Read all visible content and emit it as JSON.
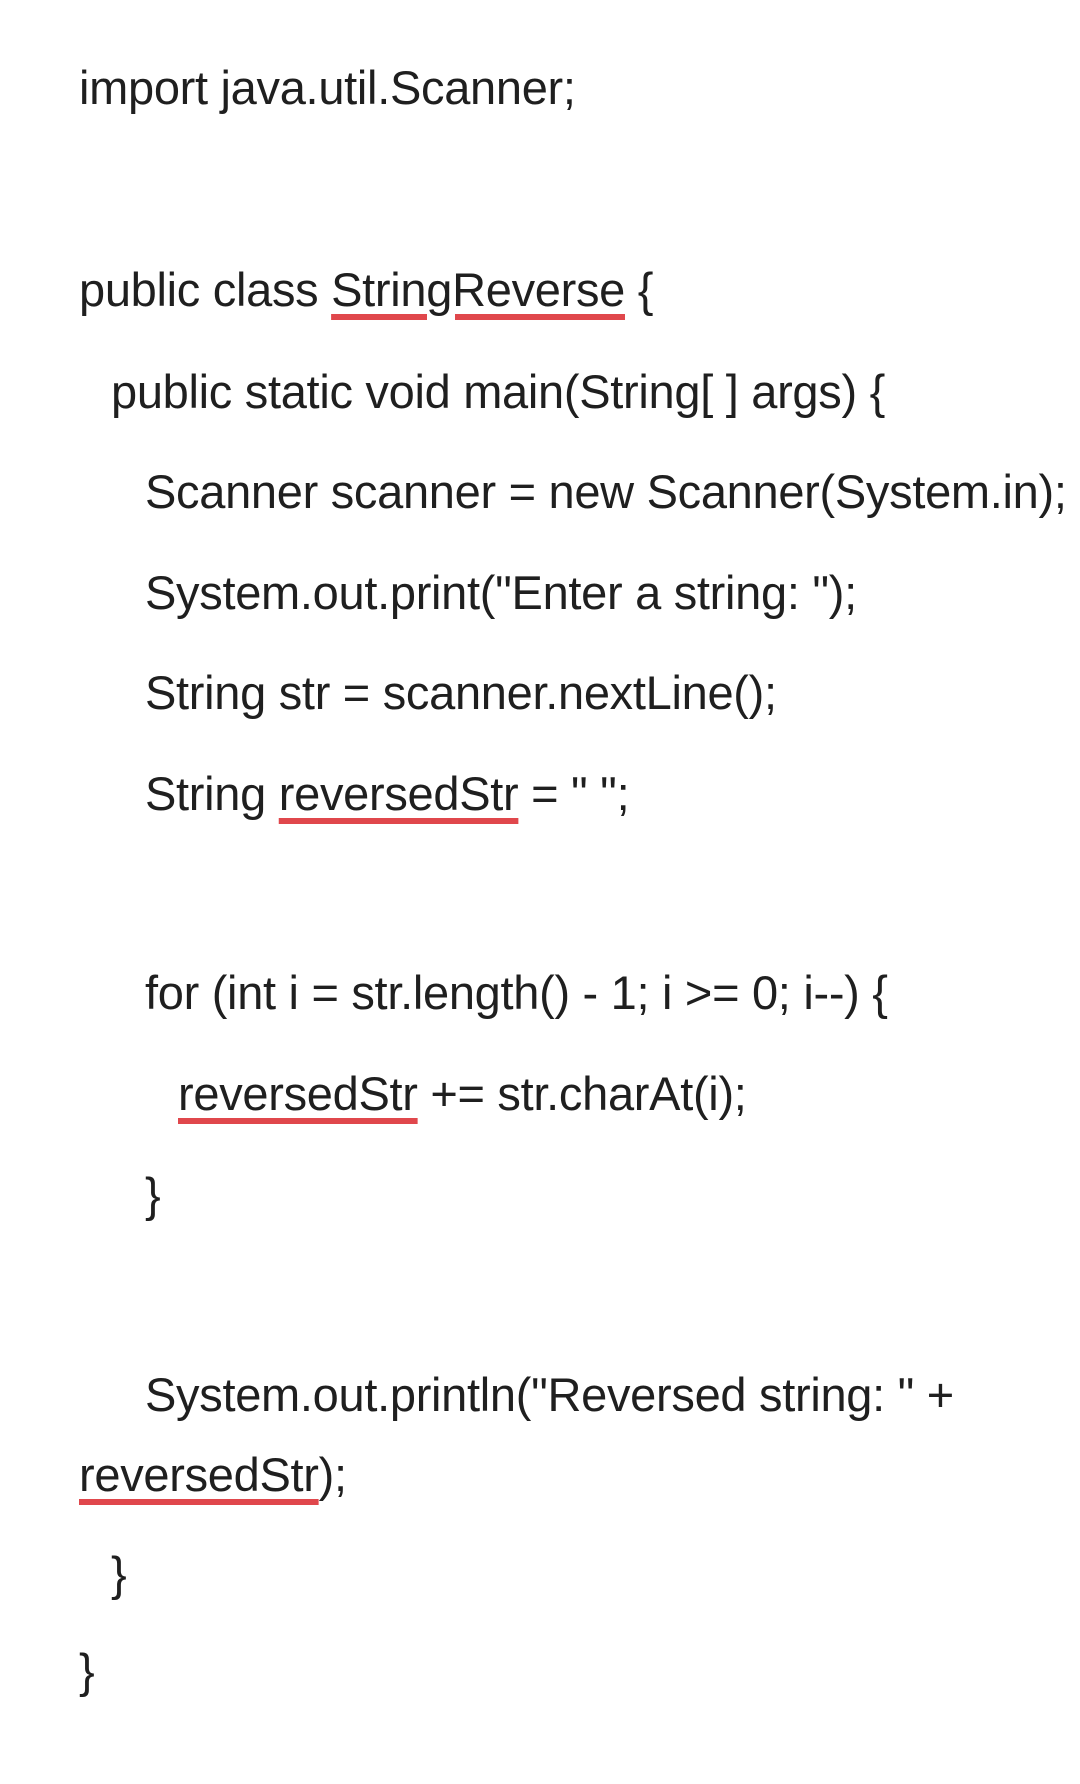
{
  "editor": {
    "lines": [
      {
        "segments": [
          {
            "text": "import java.util.Scanner;"
          }
        ]
      },
      {
        "segments": []
      },
      {
        "segments": [
          {
            "text": "public class "
          },
          {
            "text": "StringReverse",
            "spellcheck": true
          },
          {
            "text": " {"
          }
        ]
      },
      {
        "segments": [
          {
            "text": "public static void main(String[ ] args) {"
          }
        ]
      },
      {
        "segments": [
          {
            "text": "Scanner scanner = new Scanner(System.in);"
          }
        ]
      },
      {
        "segments": [
          {
            "text": "System.out.print(\"Enter a string: \");"
          }
        ]
      },
      {
        "segments": [
          {
            "text": "String str = scanner.nextLine();"
          }
        ]
      },
      {
        "segments": [
          {
            "text": "String "
          },
          {
            "text": "reversedStr",
            "spellcheck": true
          },
          {
            "text": " = \" \";"
          }
        ]
      },
      {
        "segments": []
      },
      {
        "segments": [
          {
            "text": "for (int i = str.length() - 1; i >= 0; i--) {"
          }
        ]
      },
      {
        "segments": [
          {
            "text": "reversedStr",
            "spellcheck": true
          },
          {
            "text": " += str.charAt(i);"
          }
        ]
      },
      {
        "segments": [
          {
            "text": "}"
          }
        ]
      },
      {
        "segments": []
      },
      {
        "segments": [
          {
            "text": "System.out.println(\"Reversed string: \" +"
          }
        ]
      },
      {
        "segments": [
          {
            "text": "reversedStr",
            "spellcheck": true
          },
          {
            "text": ");"
          }
        ]
      },
      {
        "segments": [
          {
            "text": "}"
          }
        ]
      },
      {
        "segments": [
          {
            "text": "}"
          }
        ]
      }
    ],
    "spellcheck_underline_color": "#e0474c",
    "text_color": "#1f1f1f",
    "background_color": "#ffffff"
  }
}
